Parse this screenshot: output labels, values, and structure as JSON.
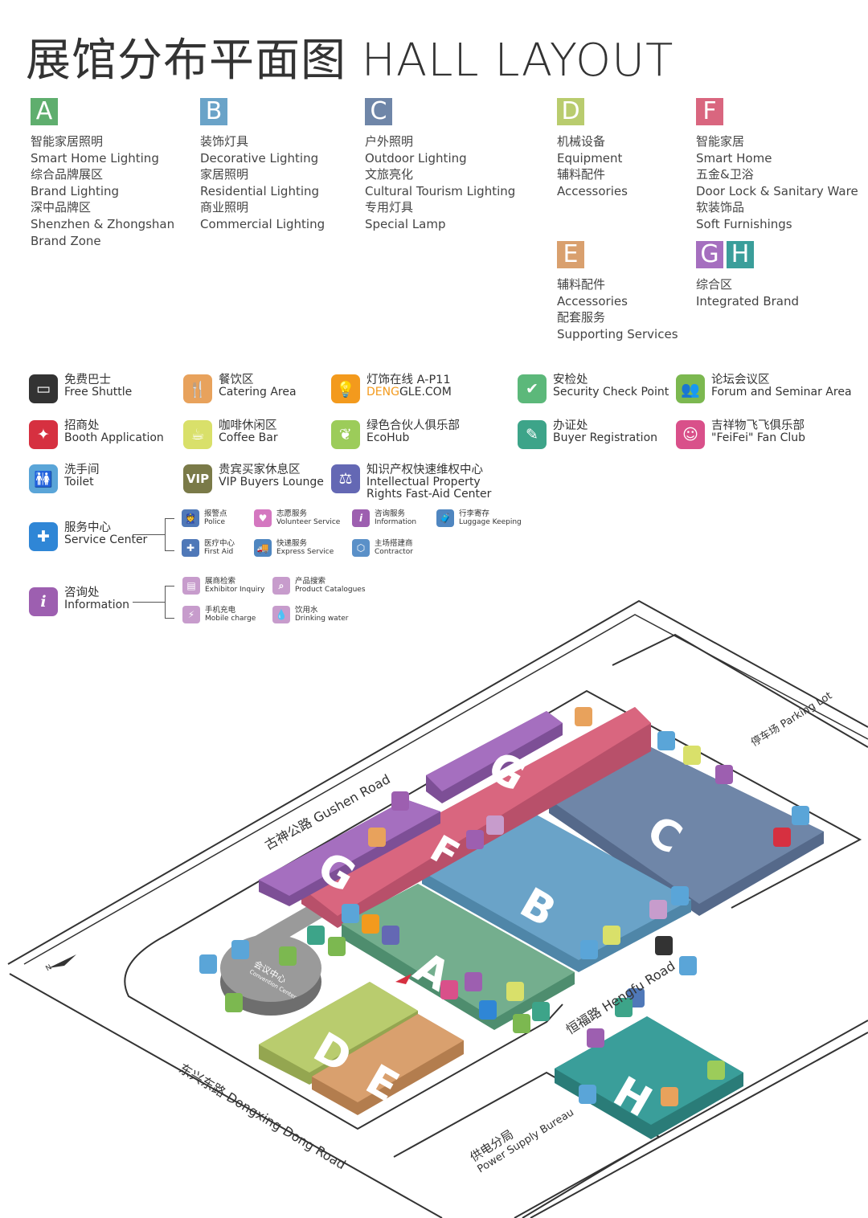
{
  "title": "展馆分布平面图 HALL LAYOUT",
  "halls": [
    {
      "letter": "A",
      "color": "#5fae6e",
      "lines": [
        "智能家居照明",
        "Smart Home Lighting",
        "综合品牌展区",
        "Brand Lighting",
        "深中品牌区",
        "Shenzhen & Zhongshan",
        "Brand Zone"
      ]
    },
    {
      "letter": "B",
      "color": "#6aa3c8",
      "lines": [
        "装饰灯具",
        "Decorative Lighting",
        "家居照明",
        "Residential Lighting",
        "商业照明",
        "Commercial Lighting"
      ]
    },
    {
      "letter": "C",
      "color": "#6f86a8",
      "lines": [
        "户外照明",
        "Outdoor Lighting",
        "文旅亮化",
        "Cultural Tourism Lighting",
        "专用灯具",
        "Special Lamp"
      ]
    },
    {
      "letter": "D",
      "color": "#b9cc6e",
      "lines": [
        "机械设备",
        "Equipment",
        "辅料配件",
        "Accessories"
      ]
    },
    {
      "letter": "F",
      "color": "#d9667f",
      "lines": [
        "智能家居",
        "Smart Home",
        "五金&卫浴",
        "Door Lock & Sanitary Ware",
        "软装饰品",
        "Soft Furnishings"
      ]
    },
    {
      "letter": "E",
      "color": "#d9a06e",
      "lines": [
        "辅料配件",
        "Accessories",
        "配套服务",
        "Supporting Services"
      ]
    },
    {
      "letter": "G",
      "letter2": "H",
      "color": "#a56fbf",
      "color2": "#3a9e9a",
      "lines": [
        "综合区",
        "Integrated Brand"
      ]
    }
  ],
  "legend": [
    {
      "icon": "bus-icon",
      "glyph": "▭",
      "color": "#333333",
      "cn": "免费巴士",
      "en": "Free Shuttle"
    },
    {
      "icon": "fork-knife-icon",
      "glyph": "🍴",
      "color": "#e8a25c",
      "cn": "餐饮区",
      "en": "Catering Area"
    },
    {
      "icon": "bulb-icon",
      "glyph": "💡",
      "color": "#f39a1d",
      "cn": "灯饰在线  A-P11",
      "en1": "DENG",
      "en2": "GLE.COM"
    },
    {
      "icon": "security-icon",
      "glyph": "✔",
      "color": "#5cb87a",
      "cn": "安检处",
      "en": "Security Check Point"
    },
    {
      "icon": "forum-icon",
      "glyph": "👥",
      "color": "#7cb850",
      "cn": "论坛会议区",
      "en": "Forum and Seminar Area"
    },
    {
      "icon": "gilf-icon",
      "glyph": "✦",
      "color": "#d63040",
      "cn": "招商处",
      "en": "Booth Application"
    },
    {
      "icon": "coffee-icon",
      "glyph": "☕",
      "color": "#d9e06a",
      "cn": "咖啡休闲区",
      "en": "Coffee Bar"
    },
    {
      "icon": "leaf-icon",
      "glyph": "❦",
      "color": "#9ccc5a",
      "cn": "绿色合伙人俱乐部",
      "en": "EcoHub"
    },
    {
      "icon": "registration-icon",
      "glyph": "✎",
      "color": "#3da489",
      "cn": "办证处",
      "en": "Buyer Registration"
    },
    {
      "icon": "feifei-icon",
      "glyph": "☺",
      "color": "#d9508a",
      "cn": "吉祥物飞飞俱乐部",
      "en": "\"FeiFei\" Fan Club"
    },
    {
      "icon": "toilet-icon",
      "glyph": "🚻",
      "color": "#5aa5d8",
      "cn": "洗手间",
      "en": "Toilet"
    },
    {
      "icon": "vip-icon",
      "glyph": "VIP",
      "color": "#7a7a48",
      "cn": "贵宾买家休息区",
      "en": "VIP Buyers Lounge"
    },
    {
      "icon": "ip-icon",
      "glyph": "⚖",
      "color": "#6468b4",
      "cn": "知识产权快速维权中心",
      "en": "Intellectual Property",
      "en_b": "Rights Fast-Aid Center"
    }
  ],
  "service": {
    "cn": "服务中心",
    "en": "Service Center",
    "color": "#2f86d6",
    "items": [
      {
        "icon": "police-icon",
        "glyph": "👮",
        "color": "#4f78b8",
        "cn": "报警点",
        "en": "Police"
      },
      {
        "icon": "volunteer-icon",
        "glyph": "♥",
        "color": "#d477c0",
        "cn": "志愿服务",
        "en": "Volunteer Service"
      },
      {
        "icon": "info-icon",
        "glyph": "i",
        "color": "#9d5fb0",
        "cn": "咨询服务",
        "en": "Information"
      },
      {
        "icon": "luggage-icon",
        "glyph": "🧳",
        "color": "#4f86c0",
        "cn": "行李寄存",
        "en": "Luggage Keeping"
      },
      {
        "icon": "first-aid-icon",
        "glyph": "✚",
        "color": "#4f78b8",
        "cn": "医疗中心",
        "en": "First Aid"
      },
      {
        "icon": "truck-icon",
        "glyph": "🚚",
        "color": "#4f86c0",
        "cn": "快递服务",
        "en": "Express Service"
      },
      {
        "icon": "cube-icon",
        "glyph": "⬡",
        "color": "#5a90c8",
        "cn": "主场搭建商",
        "en": "Contractor"
      }
    ]
  },
  "information": {
    "cn": "咨询处",
    "en": "Information",
    "color": "#9d5fb0",
    "items": [
      {
        "icon": "inquiry-icon",
        "glyph": "▤",
        "color": "#c79ccc",
        "cn": "展商检索",
        "en": "Exhibitor Inquiry"
      },
      {
        "icon": "magnifier-icon",
        "glyph": "⌕",
        "color": "#c79ccc",
        "cn": "产品搜索",
        "en": "Product Catalogues"
      },
      {
        "icon": "battery-icon",
        "glyph": "⚡",
        "color": "#c79ccc",
        "cn": "手机充电",
        "en": "Mobile charge"
      },
      {
        "icon": "water-icon",
        "glyph": "💧",
        "color": "#c79ccc",
        "cn": "饮用水",
        "en": "Drinking water"
      }
    ]
  },
  "map": {
    "hall_labels": [
      "A",
      "B",
      "C",
      "D",
      "E",
      "F",
      "G",
      "G",
      "H"
    ],
    "convention_cn": "会议中心",
    "convention_en": "Convention Center",
    "roads": {
      "gushen": "古神公路  Gushen Road",
      "dongxing": "东兴东路  Dongxing Dong Road",
      "hengfu": "恒福路  Hengfu Road"
    },
    "parking": "停车场  Parking Lot",
    "power_cn": "供电分局",
    "power_en": "Power Supply Bureau",
    "north": "N"
  }
}
